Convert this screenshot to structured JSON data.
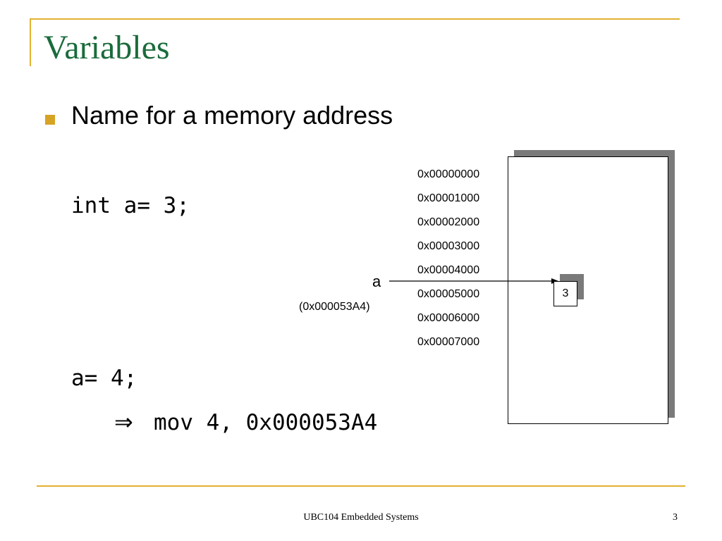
{
  "slide": {
    "title": "Variables",
    "bullet": "Name for a memory address",
    "code": {
      "declaration": "int a= 3;",
      "assignment": "a= 4;",
      "implies_symbol": "⇒",
      "instruction": "mov 4, 0x000053A4"
    },
    "memory": {
      "addresses": [
        "0x00000000",
        "0x00001000",
        "0x00002000",
        "0x00003000",
        "0x00004000",
        "0x00005000",
        "0x00006000",
        "0x00007000"
      ],
      "variable_name": "a",
      "variable_address": "(0x000053A4)",
      "cell_value": "3"
    },
    "footer": {
      "course": "UBC104 Embedded Systems",
      "page_number": "3"
    },
    "colors": {
      "accent": "#e3b12f",
      "bullet": "#d7a324",
      "title": "#1a6b3b",
      "shadow": "#7a7a7a"
    }
  }
}
